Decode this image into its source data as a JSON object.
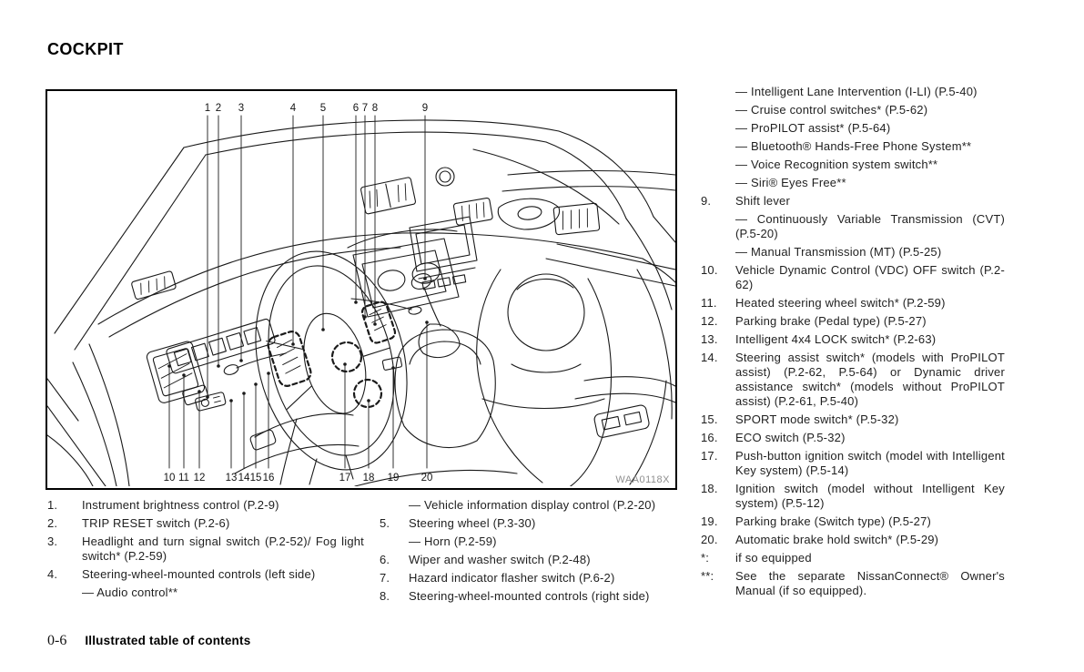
{
  "page": {
    "title": "COCKPIT",
    "footer": {
      "page_number": "0-6",
      "section": "Illustrated table of contents"
    }
  },
  "figure": {
    "code": "WAA0118X",
    "description": "Line drawing of the vehicle cockpit (dashboard, steering wheel, center console, seats) with numbered callouts",
    "callouts_top": [
      "1",
      "2",
      "3",
      "4",
      "5",
      "6",
      "7",
      "8",
      "9"
    ],
    "callouts_bottom": [
      "10",
      "11",
      "12",
      "13",
      "14",
      "15",
      "16",
      "17",
      "18",
      "19",
      "20"
    ]
  },
  "legend": {
    "left": [
      {
        "num": "1.",
        "text": "Instrument brightness control (P.2-9)"
      },
      {
        "num": "2.",
        "text": "TRIP RESET switch (P.2-6)"
      },
      {
        "num": "3.",
        "text": "Headlight and turn signal switch (P.2-52)/ Fog light switch* (P.2-59)"
      },
      {
        "num": "4.",
        "text": "Steering-wheel-mounted controls (left side)",
        "subs": [
          "— Audio control**"
        ]
      }
    ],
    "middle": [
      {
        "subs": [
          "— Vehicle information display control (P.2-20)"
        ]
      },
      {
        "num": "5.",
        "text": "Steering wheel (P.3-30)",
        "subs": [
          "— Horn (P.2-59)"
        ]
      },
      {
        "num": "6.",
        "text": "Wiper and washer switch (P.2-48)"
      },
      {
        "num": "7.",
        "text": "Hazard indicator flasher switch (P.6-2)"
      },
      {
        "num": "8.",
        "text": "Steering-wheel-mounted controls (right side)"
      }
    ],
    "right": [
      {
        "subs": [
          "— Intelligent Lane Intervention (I-LI) (P.5-40)",
          "— Cruise control switches* (P.5-62)",
          "— ProPILOT assist* (P.5-64)",
          "— Bluetooth® Hands-Free Phone System**",
          "— Voice Recognition system switch**",
          "— Siri® Eyes Free**"
        ]
      },
      {
        "num": "9.",
        "text": "Shift lever",
        "subs": [
          "— Continuously Variable Transmission (CVT) (P.5-20)",
          "— Manual Transmission (MT) (P.5-25)"
        ]
      },
      {
        "num": "10.",
        "text": "Vehicle Dynamic Control (VDC) OFF switch (P.2-62)"
      },
      {
        "num": "11.",
        "text": "Heated steering wheel switch* (P.2-59)"
      },
      {
        "num": "12.",
        "text": "Parking brake (Pedal type) (P.5-27)"
      },
      {
        "num": "13.",
        "text": "Intelligent 4x4 LOCK switch* (P.2-63)"
      },
      {
        "num": "14.",
        "text": "Steering assist switch* (models with ProPILOT assist) (P.2-62, P.5-64) or Dynamic driver assistance switch* (models without ProPILOT assist) (P.2-61, P.5-40)"
      },
      {
        "num": "15.",
        "text": "SPORT mode switch* (P.5-32)"
      },
      {
        "num": "16.",
        "text": "ECO switch (P.5-32)"
      },
      {
        "num": "17.",
        "text": "Push-button ignition switch (model with Intelligent Key system) (P.5-14)"
      },
      {
        "num": "18.",
        "text": "Ignition switch (model without Intelligent Key system) (P.5-12)"
      },
      {
        "num": "19.",
        "text": "Parking brake (Switch type) (P.5-27)"
      },
      {
        "num": "20.",
        "text": "Automatic brake hold switch* (P.5-29)"
      },
      {
        "num": "*:",
        "text": "if so equipped"
      },
      {
        "num": "**:",
        "text": "See the separate NissanConnect® Owner's Manual (if so equipped)."
      }
    ]
  }
}
